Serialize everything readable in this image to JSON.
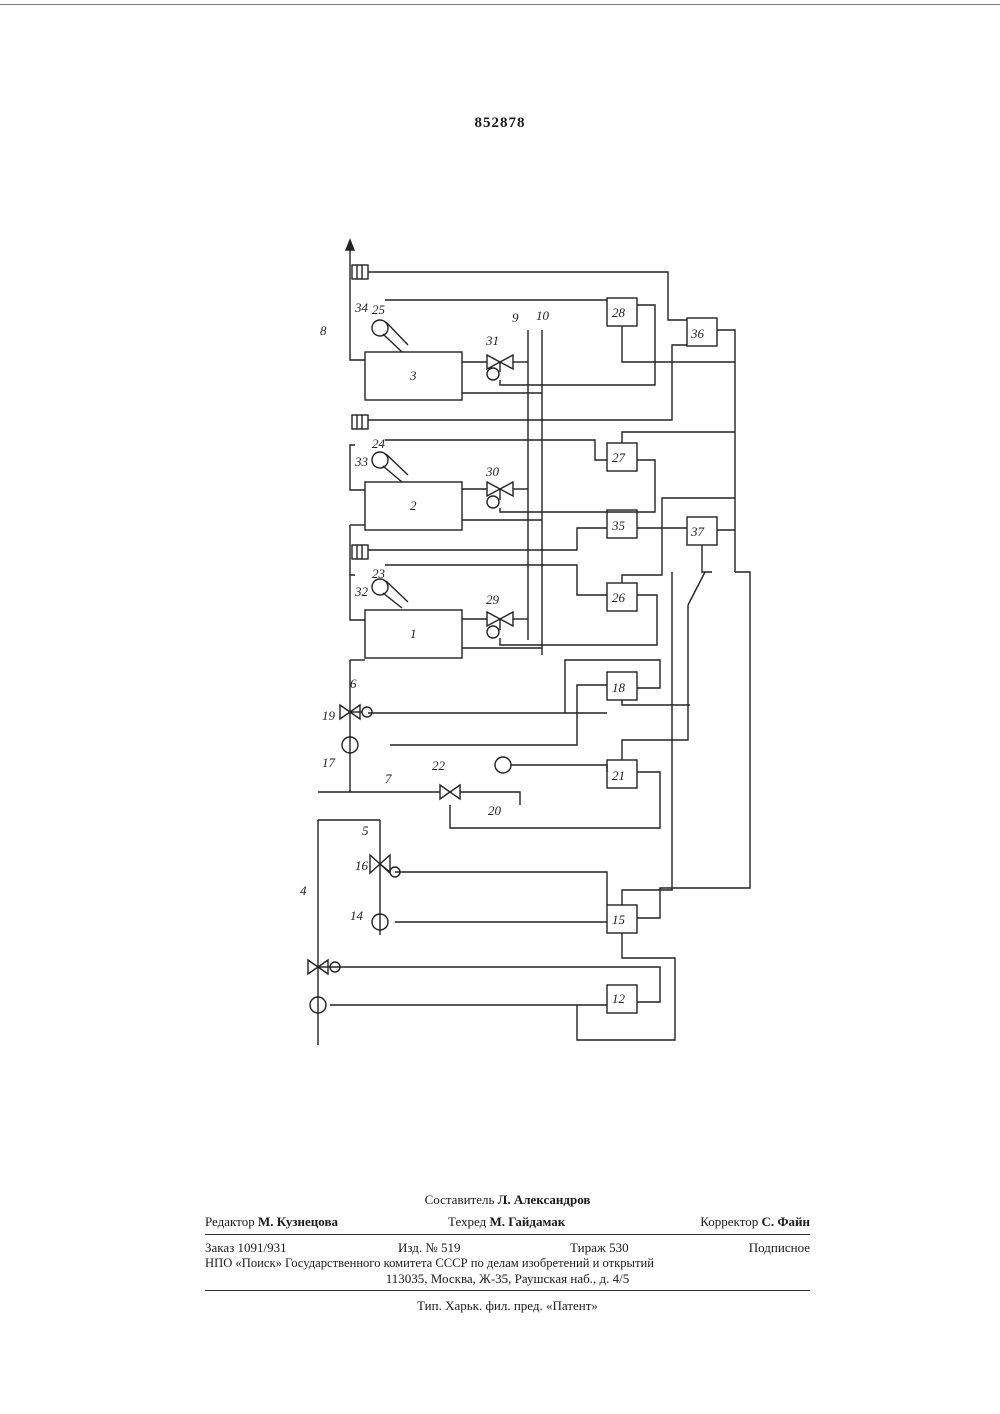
{
  "page_number": "852878",
  "diagram": {
    "units": [
      "1",
      "2",
      "3"
    ],
    "line_labels": {
      "l4": "4",
      "l5": "5",
      "l6": "6",
      "l7": "7",
      "l8": "8",
      "l9": "9",
      "l10": "10"
    },
    "devices": {
      "d12": "12",
      "d14": "14",
      "d15": "15",
      "d16": "16",
      "d17": "17",
      "d18": "18",
      "d19": "19",
      "d20": "20",
      "d21": "21",
      "d22": "22",
      "d23": "23",
      "d24": "24",
      "d25": "25",
      "d26": "26",
      "d27": "27",
      "d28": "28",
      "d29": "29",
      "d30": "30",
      "d31": "31",
      "d32": "32",
      "d33": "33",
      "d34": "34",
      "d35": "35",
      "d36": "36",
      "d37": "37"
    }
  },
  "imprint": {
    "compiler_label": "Составитель",
    "compiler_name": "Л. Александров",
    "editor_label": "Редактор",
    "editor_name": "М. Кузнецова",
    "techred_label": "Техред",
    "techred_name": "М. Гайдамак",
    "corrector_label": "Корректор",
    "corrector_name": "С. Файн",
    "order": "Заказ 1091/931",
    "edition": "Изд. № 519",
    "circulation": "Тираж 530",
    "subscription": "Подписное",
    "org_line": "НПО «Поиск» Государственного комитета СССР по делам изобретений и открытий",
    "address": "113035, Москва, Ж-35, Раушская наб., д. 4/5",
    "printer": "Тип. Харьк. фил. пред. «Патент»"
  }
}
